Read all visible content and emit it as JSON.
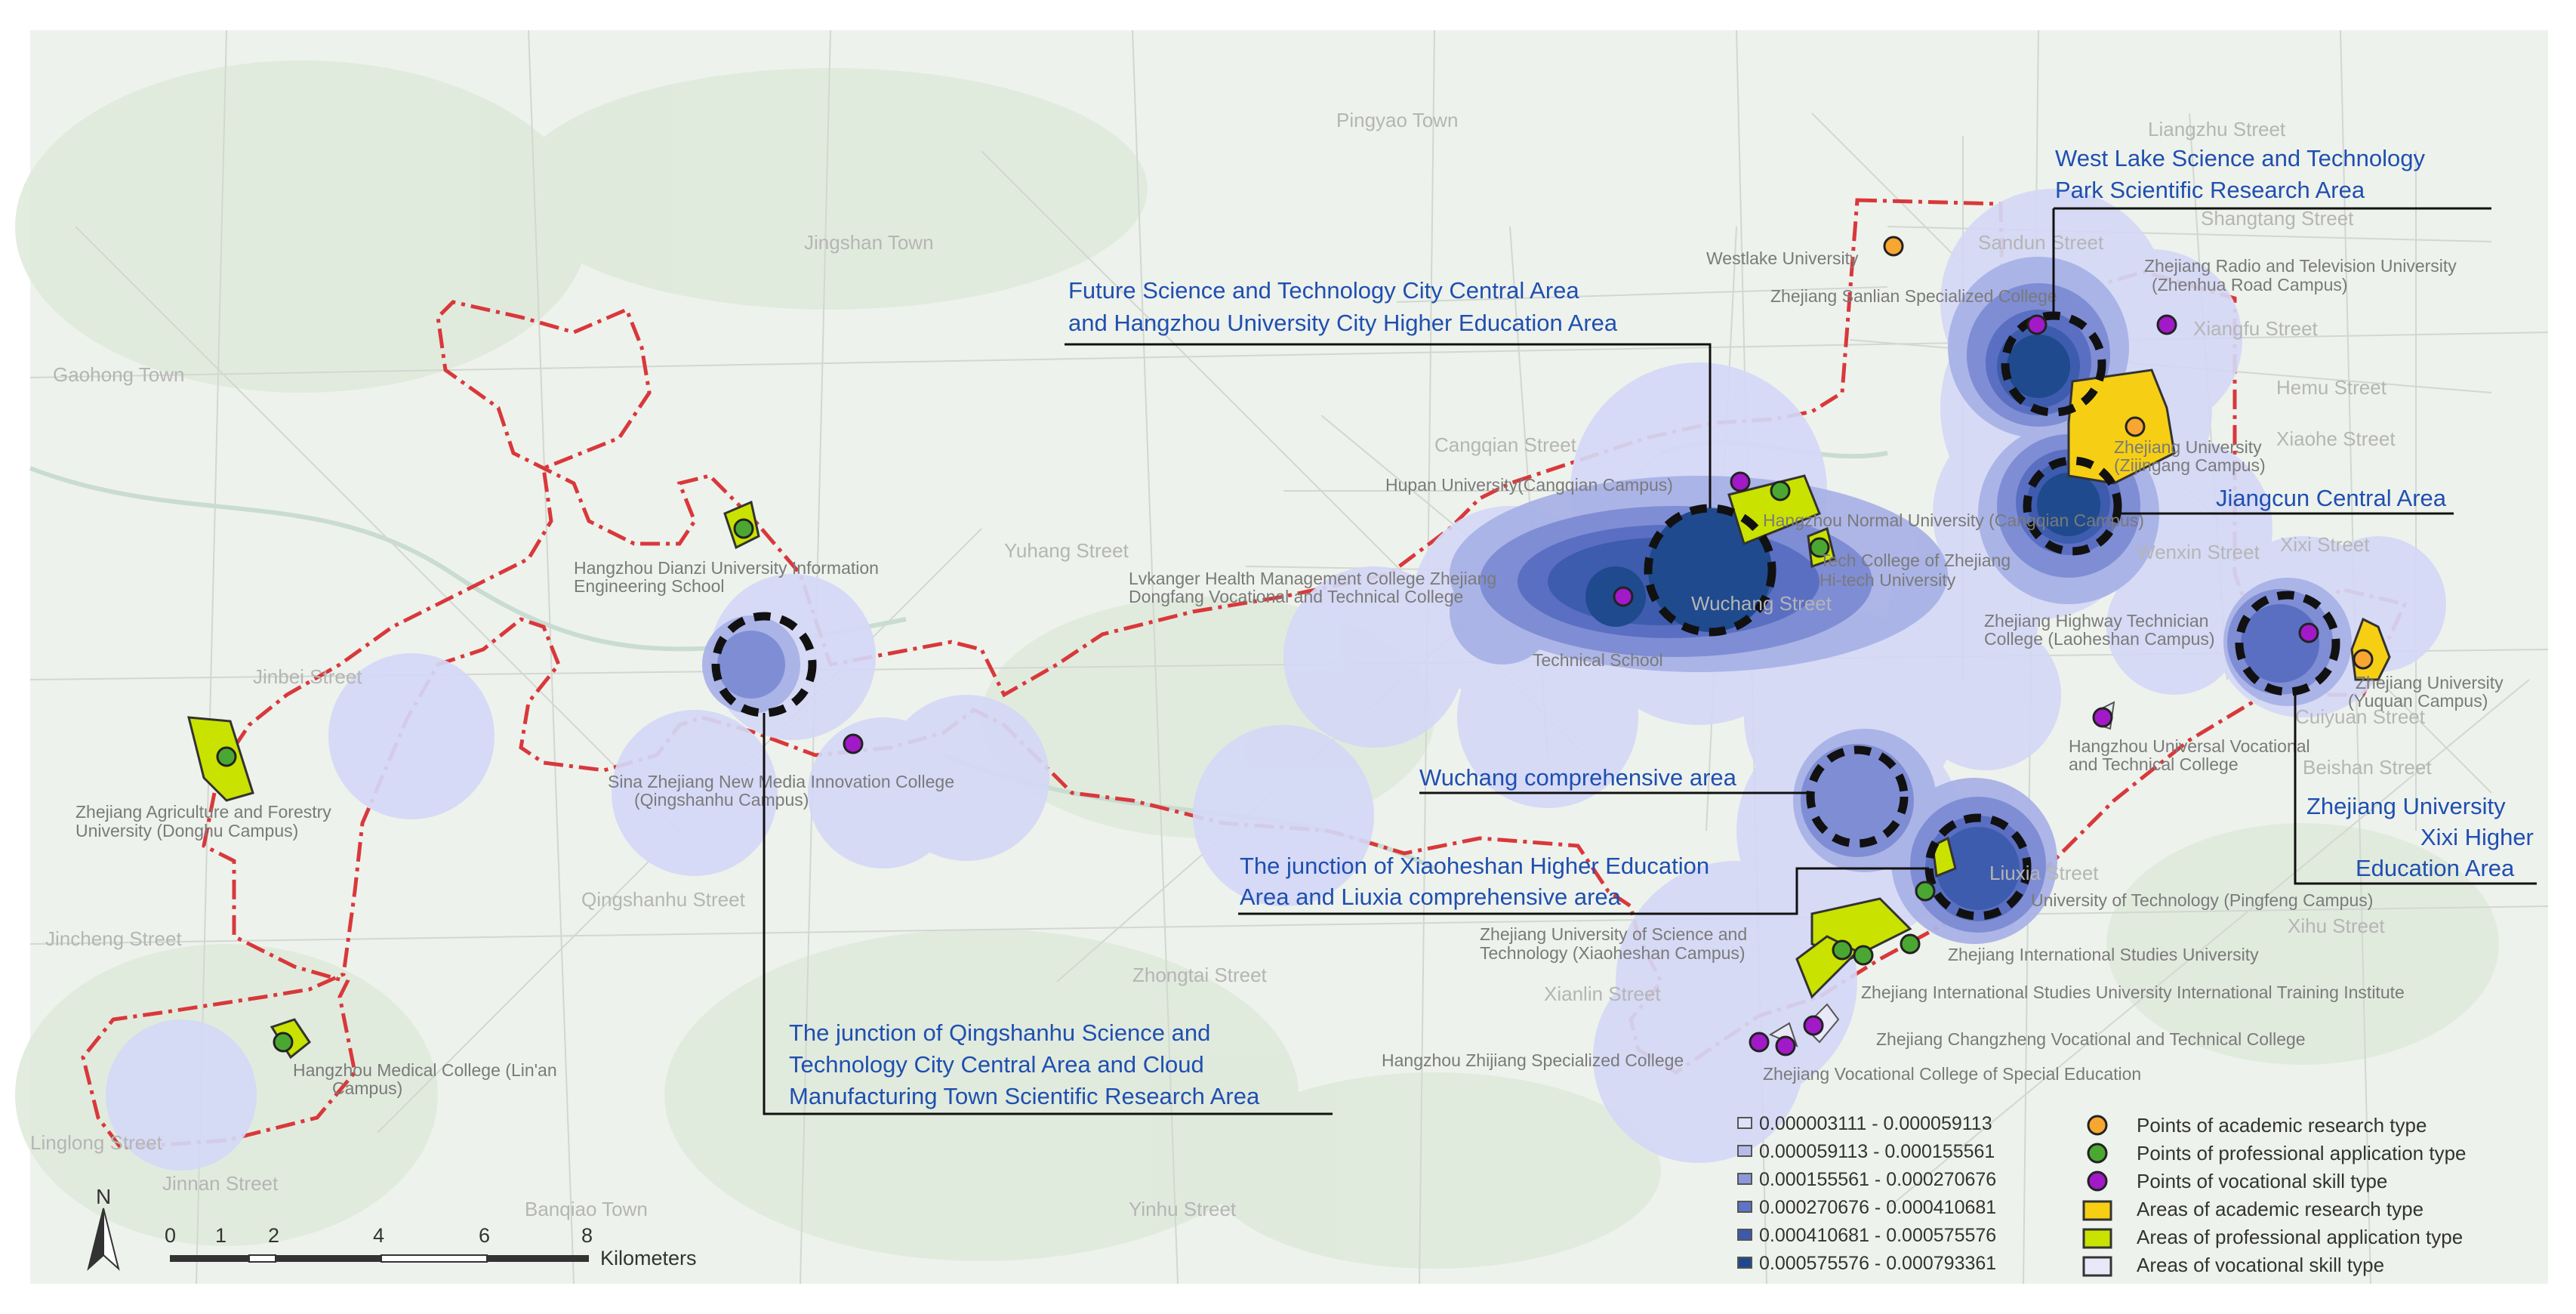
{
  "colors": {
    "academic_point": "#f7a631",
    "professional_point": "#4aa832",
    "vocational_point": "#a219c7",
    "academic_area": "#f6cf14",
    "professional_area": "#c9e200",
    "vocational_area": "#e8e8f8",
    "boundary": "#d9383b",
    "callout_text": "#1f4fb0",
    "density_ramp": [
      "#dfe2f7",
      "#b5bce9",
      "#8c98d9",
      "#5e74c6",
      "#3c5aad",
      "#1d4890"
    ]
  },
  "background_places": {
    "pingyao": "Pingyao Town",
    "liangzhu": "Liangzhu Street",
    "shangtang": "Shangtang Street",
    "jingshan": "Jingshan Town",
    "sandun": "Sandun Street",
    "xiangfu": "Xiangfu Street",
    "hemu": "Hemu Street",
    "xiaohe": "Xiaohe Street",
    "gaohong": "Gaohong Town",
    "cangqian": "Cangqian Street",
    "yuhang": "Yuhang Street",
    "wuchang": "Wuchang Street",
    "wenxin": "Wenxin Street",
    "xixi": "Xixi Street",
    "cuiyuan": "Cuiyuan Street",
    "jinbei": "Jinbei Street",
    "qingshanhu": "Qingshanhu Street",
    "jincheng": "Jincheng Street",
    "zhongtai": "Zhongtai Street",
    "liuxia": "Liuxia Street",
    "xianlin": "Xianlin Street",
    "xihu": "Xihu Street",
    "lingong": "Linglong Street",
    "jinnan": "Jinnan Street",
    "banqiao": "Banqiao Town",
    "yinhu": "Yinhu Street",
    "beishan": "Beishan Street"
  },
  "institutions": {
    "westlake_univ": "Westlake University",
    "sanlian": "Zhejiang Sanlian Specialized College",
    "radio_tv": "Zhejiang Radio and Television University",
    "radio_tv_2": "(Zhenhua Road Campus)",
    "zju_zijingang": "Zhejiang University",
    "zju_zijingang_2": "(Zijingang Campus)",
    "hznu": "Hangzhou Normal University (Cangqian Campus)",
    "hupan": "Hupan University(Cangqian Campus)",
    "tech_college": "Tech College of Zhejiang",
    "hitech": "Hi-tech University",
    "lvkanger": "Lvkanger Health Management College Zhejiang",
    "dongfang": "Dongfang Vocational and Technical College",
    "technical_school": "Technical School",
    "highway": "Zhejiang Highway Technician",
    "highway_2": "College (Laoheshan Campus)",
    "zju_yuquan": "Zhejiang University",
    "zju_yuquan_2": "(Yuquan Campus)",
    "universal": "Hangzhou Universal Vocational",
    "universal_2": "and Technical College",
    "dianzi": "Hangzhou Dianzi University Information",
    "dianzi_2": "Engineering School",
    "sina": "Sina Zhejiang New Media Innovation College",
    "sina_2": "(Qingshanhu Campus)",
    "agri": "Zhejiang Agriculture and Forestry",
    "agri_2": "University (Donghu Campus)",
    "medical": "Hangzhou Medical College (Lin'an",
    "medical_2": "Campus)",
    "zust": "Zhejiang University of Science and",
    "zust_2": "Technology (Xiaoheshan Campus)",
    "zjut": "University of Technology (Pingfeng Campus)",
    "zisu": "Zhejiang International Studies University",
    "zisu_training": "Zhejiang International Studies University International Training Institute",
    "changzheng": "Zhejiang Changzheng Vocational and Technical College",
    "special_ed": "Zhejiang Vocational College of Special Education",
    "zhijiang": "Hangzhou Zhijiang Specialized College"
  },
  "callouts": {
    "westlake_park_1": "West Lake Science and Technology",
    "westlake_park_2": "Park Scientific Research Area",
    "future_city_1": "Future Science and Technology City Central Area",
    "future_city_2": "and Hangzhou University City Higher Education Area",
    "jiangcun": "Jiangcun Central Area",
    "xixi_1": "Zhejiang University",
    "xixi_2": "Xixi Higher",
    "xixi_3": "Education Area",
    "wuchang": "Wuchang comprehensive area",
    "xiaoheshan_1": "The junction of Xiaoheshan Higher Education",
    "xiaoheshan_2": "Area and Liuxia comprehensive area",
    "qingshanhu_1": "The junction of Qingshanhu Science and",
    "qingshanhu_2": "Technology City Central Area and Cloud",
    "qingshanhu_3": "Manufacturing Town Scientific Research Area"
  },
  "legend": {
    "density_classes": [
      "0.000003111 - 0.000059113",
      "0.000059113 - 0.000155561",
      "0.000155561 - 0.000270676",
      "0.000270676 - 0.000410681",
      "0.000410681 - 0.000575576",
      "0.000575576 - 0.000793361"
    ],
    "types": [
      "Points of academic research type",
      "Points of professional application type",
      "Points of vocational skill type",
      "Areas of academic research type",
      "Areas of professional application type",
      "Areas of vocational skill type"
    ]
  },
  "north_arrow": "N",
  "scale_bar": {
    "ticks": [
      "0",
      "1",
      "2",
      "4",
      "6",
      "8"
    ],
    "unit": "Kilometers"
  }
}
